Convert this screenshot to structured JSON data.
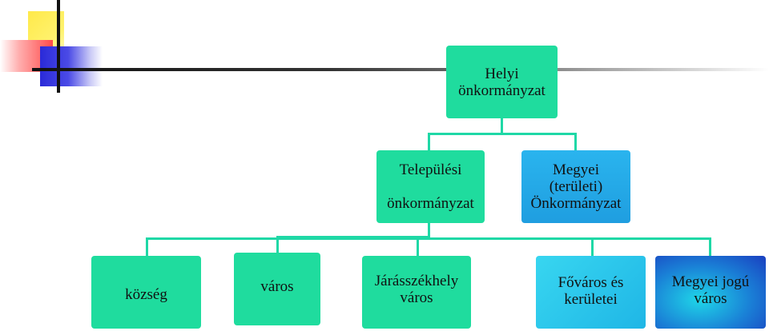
{
  "root": {
    "label": "Helyi\nönkormányzat"
  },
  "level2": [
    {
      "label": "Települési\n\nönkormányzat"
    },
    {
      "label": "Megyei\n(területi)\nÖnkormányzat"
    }
  ],
  "level3": [
    {
      "label": "község"
    },
    {
      "label": "város"
    },
    {
      "label": "Járásszékhely\nváros"
    },
    {
      "label": "Főváros és\nkerületei"
    },
    {
      "label": "Megyei jogú\nváros"
    }
  ],
  "colors": {
    "node_teal": "#1fdc9e",
    "node_blue": "#1f9ee0",
    "connector": "#1fd8a6"
  }
}
